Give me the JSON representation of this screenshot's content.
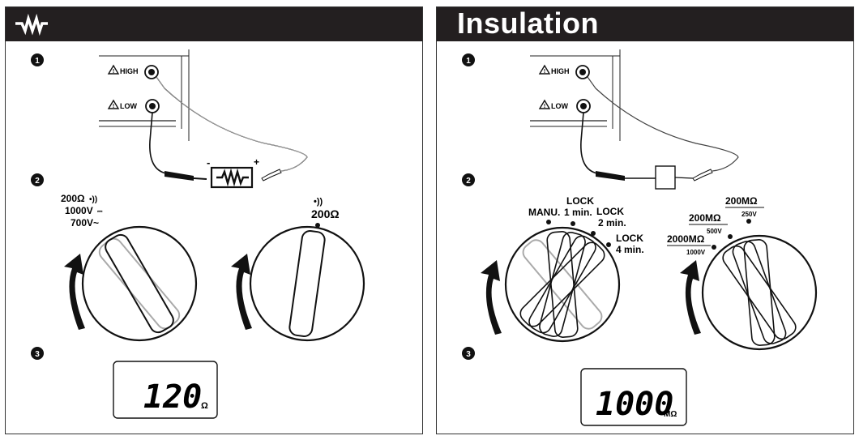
{
  "panels": [
    {
      "id": "resistance",
      "header_icon": "resistor-symbol-icon",
      "title": "",
      "steps": [
        "1",
        "2",
        "3"
      ],
      "terminals": {
        "high": "HIGH",
        "low": "LOW"
      },
      "component_icon": "resistor-icon",
      "polarity": {
        "minus": "-",
        "plus": "+"
      },
      "left_dial_labels": [
        "200Ω",
        "1000V",
        "700V~"
      ],
      "right_dial_label": "200Ω",
      "display_value": "120",
      "display_unit": "Ω"
    },
    {
      "id": "insulation",
      "title": "Insulation",
      "steps": [
        "1",
        "2",
        "3"
      ],
      "terminals": {
        "high": "HIGH",
        "low": "LOW"
      },
      "component_icon": "box-icon",
      "left_dial_labels": {
        "manu": "MANU.",
        "lock1_a": "LOCK",
        "lock1_b": "1 min.",
        "lock2_a": "LOCK",
        "lock2_b": "2 min.",
        "lock4_a": "LOCK",
        "lock4_b": "4 min."
      },
      "right_dial_labels": {
        "r200": "200MΩ",
        "r200_sub": "250V",
        "r200b": "200MΩ",
        "r200b_sub": "500V",
        "r2000": "2000MΩ",
        "r2000_sub": "1000V"
      },
      "display_value": "1000",
      "display_unit": "MΩ"
    }
  ]
}
